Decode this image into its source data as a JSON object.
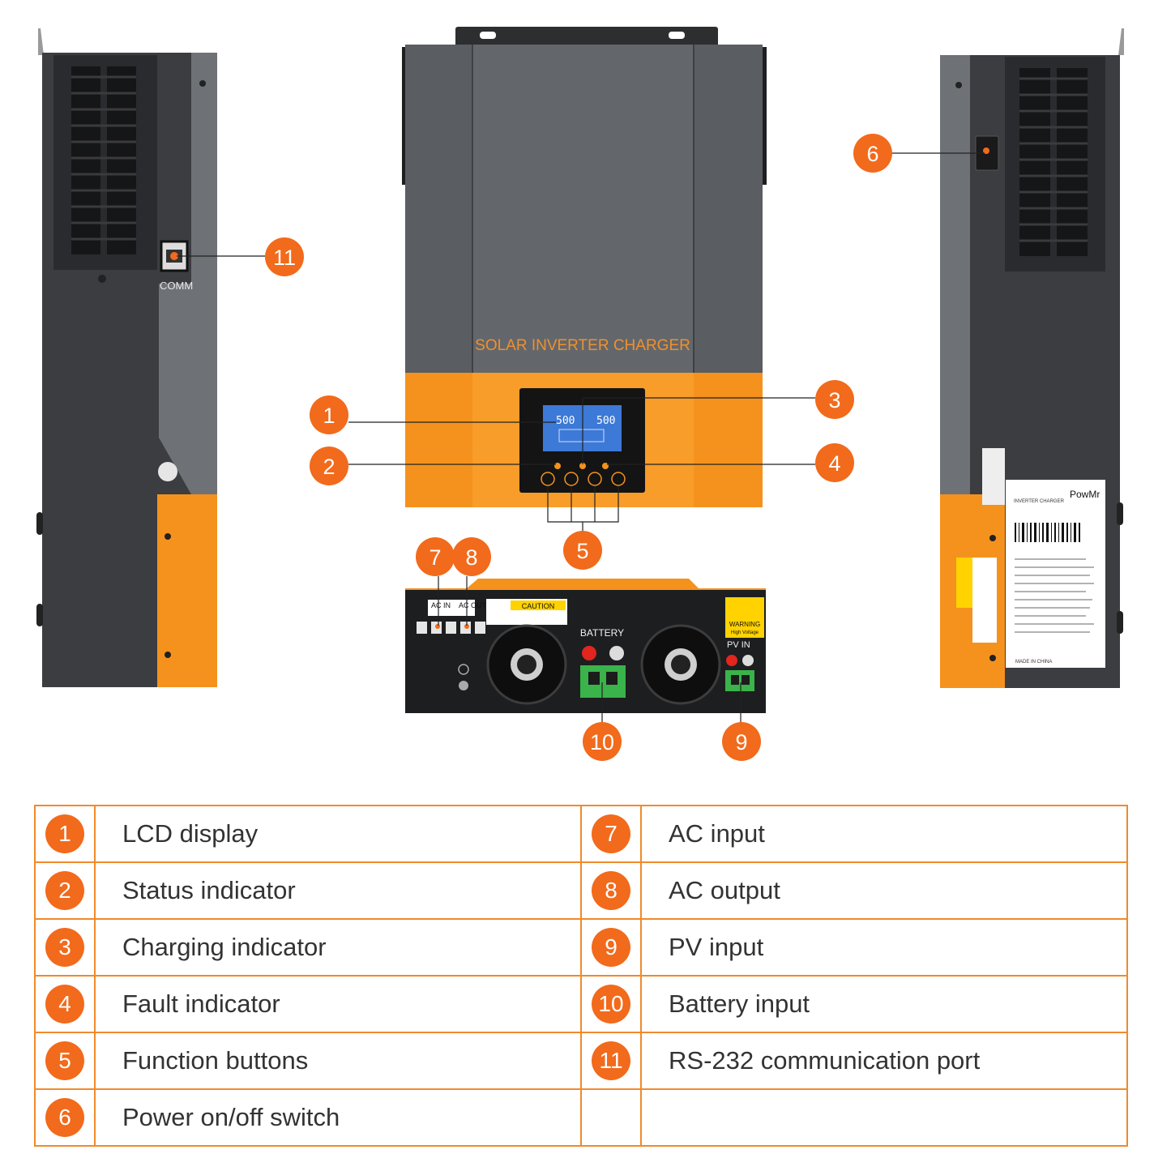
{
  "product": {
    "front_title": "SOLAR INVERTER CHARGER",
    "comm_label": "COMM",
    "battery_label": "BATTERY",
    "ac_in_label": "AC IN",
    "ac_out_label": "AC OUT",
    "pv_in_label": "PV IN",
    "caution_label": "CAUTION",
    "warning_label": "WARNING",
    "warning_sub": "High Voltage",
    "lcd_left_value": "500",
    "lcd_right_value": "500",
    "brand": "PowMr",
    "sticker_title": "INVERTER CHARGER",
    "made_in": "MADE IN CHINA"
  },
  "callouts": [
    "1",
    "2",
    "3",
    "4",
    "5",
    "6",
    "7",
    "8",
    "9",
    "10",
    "11"
  ],
  "legend": {
    "rows": [
      {
        "left_num": "1",
        "left_text": "LCD display",
        "right_num": "7",
        "right_text": "AC input"
      },
      {
        "left_num": "2",
        "left_text": "Status indicator",
        "right_num": "8",
        "right_text": "AC output"
      },
      {
        "left_num": "3",
        "left_text": "Charging indicator",
        "right_num": "9",
        "right_text": "PV input"
      },
      {
        "left_num": "4",
        "left_text": "Fault indicator",
        "right_num": "10",
        "right_text": "Battery input"
      },
      {
        "left_num": "5",
        "left_text": "Function buttons",
        "right_num": "11",
        "right_text": "RS-232 communication port"
      },
      {
        "left_num": "6",
        "left_text": "Power on/off switch",
        "right_num": "",
        "right_text": ""
      }
    ]
  },
  "colors": {
    "accent": "#f26a1b",
    "orange_panel": "#f5921e",
    "housing": "#505459",
    "dark_side": "#3c3e42"
  }
}
